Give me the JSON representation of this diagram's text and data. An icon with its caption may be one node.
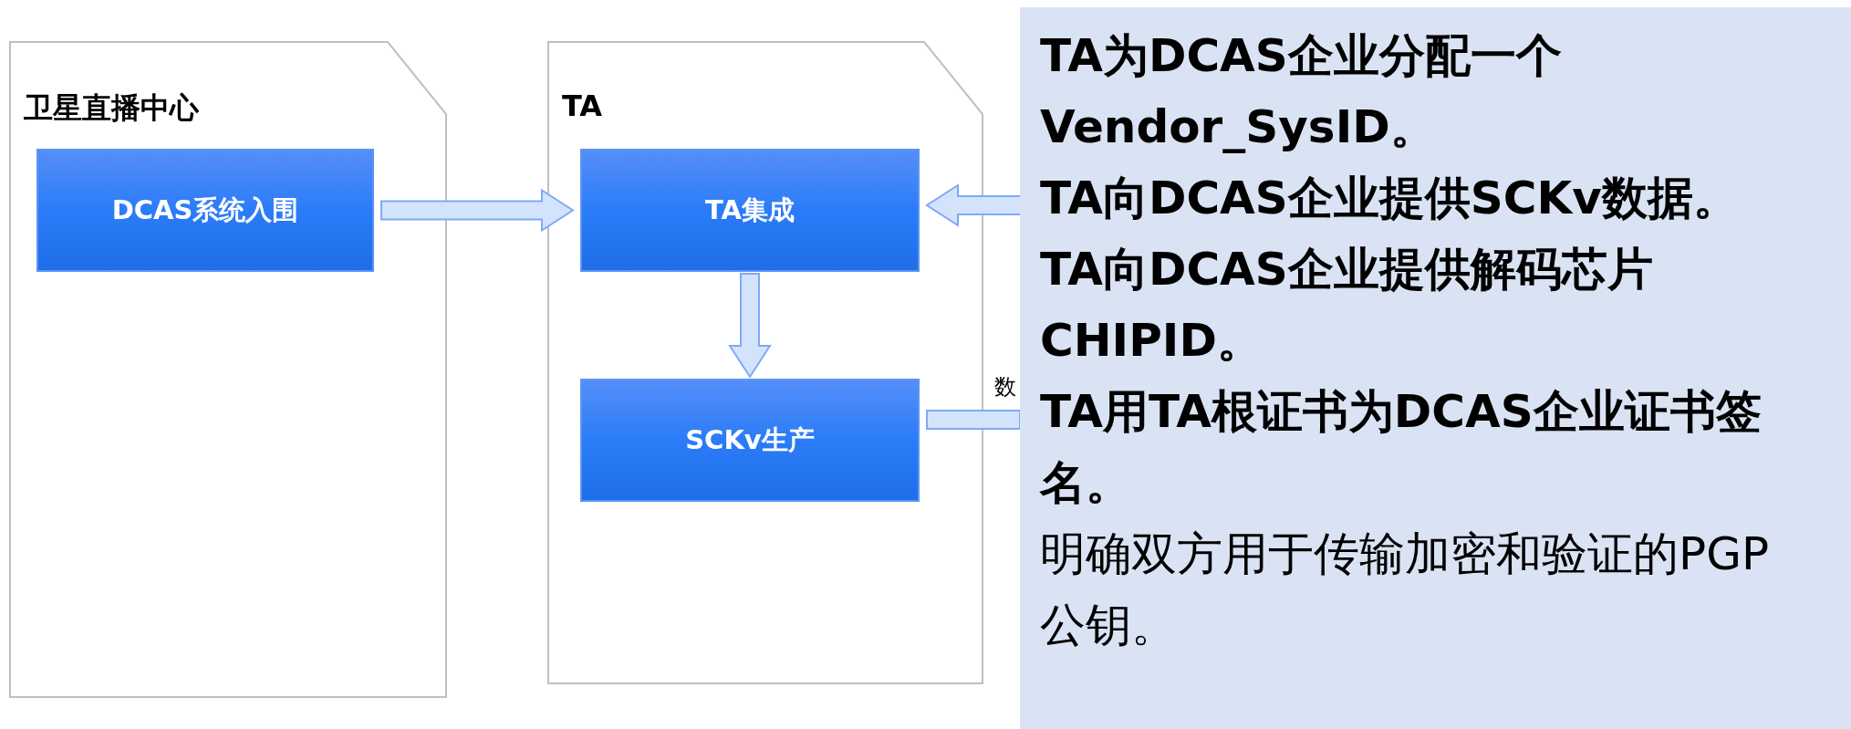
{
  "diagram": {
    "nodes": [
      {
        "text": [
          "卫星直播中心"
        ]
      },
      {
        "text": [
          "DCAS系统入围"
        ],
        "in": 0
      },
      {
        "text": [
          "TA"
        ]
      },
      {
        "text": [
          "TA集成"
        ],
        "in": 2
      },
      {
        "text": [
          "SCKv生产"
        ],
        "in": 2
      },
      {
        "text": [
          "TA为DCAS企业分配一个Vendor_SysID。",
          "TA向DCAS企业提供SCKv数据。",
          "TA向DCAS企业提供解码芯片CHIPID。",
          "TA用TA根证书为DCAS企业证书签名。",
          "明确双方用于传输加密和验证的PGP公钥。"
        ]
      }
    ],
    "edges": [
      {
        "from": 1,
        "to": 3,
        "arrow": "to"
      },
      {
        "from": 3,
        "to": 4,
        "arrow": "to"
      },
      {
        "from": null,
        "to": 3,
        "arrow": "to"
      },
      {
        "from": 4,
        "to": null,
        "arrow": "none"
      }
    ],
    "labels": [
      "数"
    ]
  }
}
